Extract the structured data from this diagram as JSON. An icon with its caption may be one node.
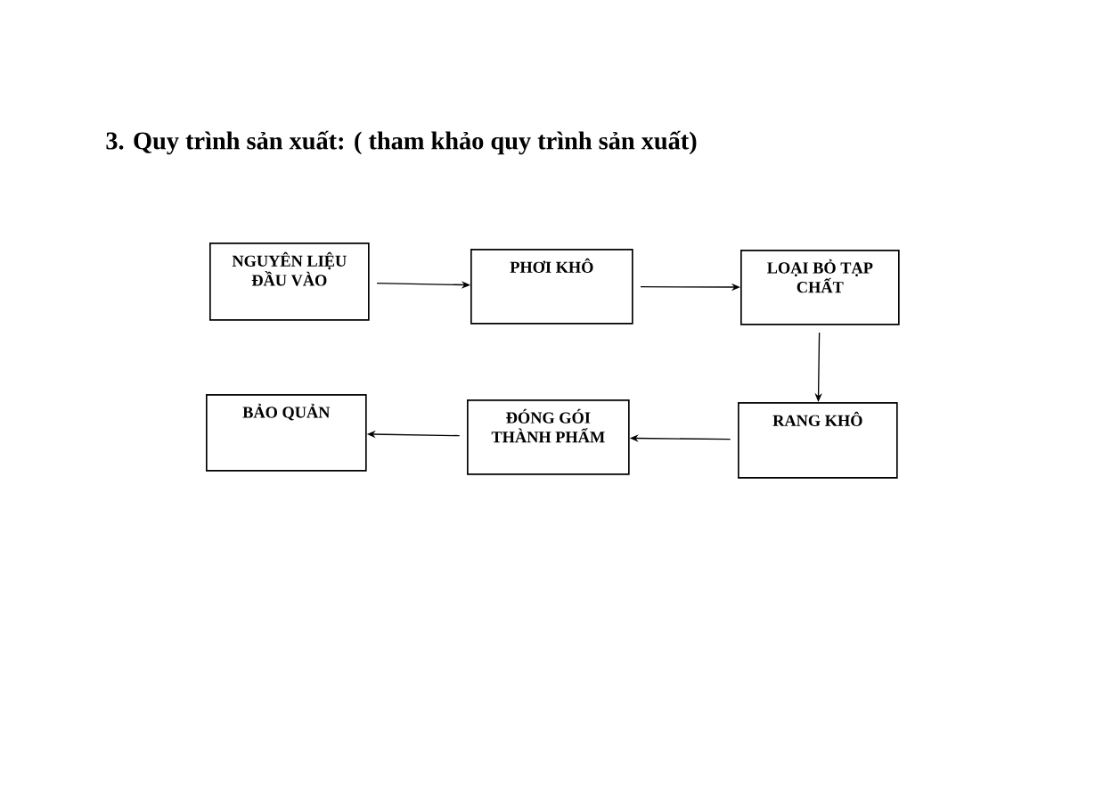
{
  "diagram": {
    "title": "3. Quy trình sản xuất: ( tham khảo quy trình sản xuất)",
    "nodes": [
      {
        "text": [
          "NGUYÊN LIỆU ĐẦU VÀO"
        ]
      },
      {
        "text": [
          "PHƠI KHÔ"
        ]
      },
      {
        "text": [
          "LOẠI BỎ TẠP CHẤT"
        ]
      },
      {
        "text": [
          "BẢO QUẢN"
        ]
      },
      {
        "text": [
          "ĐÓNG GÓI THÀNH PHẨM"
        ]
      },
      {
        "text": [
          "RANG KHÔ"
        ]
      }
    ],
    "edges": [
      {
        "from": 0,
        "to": 1,
        "arrow": "to"
      },
      {
        "from": 1,
        "to": 2,
        "arrow": "to"
      },
      {
        "from": 2,
        "to": 5,
        "arrow": "to"
      },
      {
        "from": 5,
        "to": 4,
        "arrow": "to"
      },
      {
        "from": 4,
        "to": 3,
        "arrow": "to"
      }
    ]
  }
}
